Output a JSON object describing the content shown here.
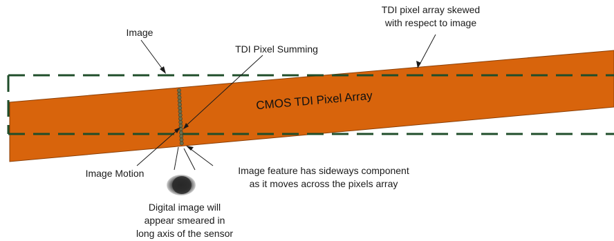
{
  "labels": {
    "skew_line1": "TDI pixel array skewed",
    "skew_line2": "with respect to image",
    "image": "Image",
    "summing": "TDI Pixel Summing",
    "array": "CMOS TDI Pixel Array",
    "motion": "Image Motion",
    "sideways_line1": "Image feature has sideways component",
    "sideways_line2": "as it moves across the pixels array",
    "smear_line1": "Digital image will",
    "smear_line2": "appear smeared in",
    "smear_line3": "long axis of the sensor"
  },
  "colors": {
    "array_fill": "#d8640c",
    "array_stroke": "#8a3e05",
    "dash": "#1f4d2a",
    "pixel": "#6f6f4a",
    "blur_outer": "#c8c8c8",
    "blur_inner": "#2e2e2e"
  },
  "pixel_count": 16
}
